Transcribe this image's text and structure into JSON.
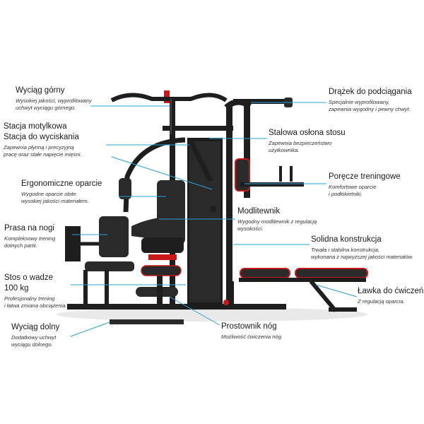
{
  "labels": {
    "wyciag_gorny": {
      "title": "Wyciąg górny",
      "desc1": "Wysokiej jakości, wyprofilowany",
      "desc2": "uchwyt wyciągu górnego."
    },
    "stacja": {
      "title1": "Stacja motylkowa",
      "title2": "Stacja do wyciskania",
      "desc1": "Zapewnia płynną i precyzyjną",
      "desc2": "pracę oraz stałe napięcie mięśni."
    },
    "oparcie": {
      "title": "Ergonomiczne oparcie",
      "desc1": "Wygodne oparcie obite",
      "desc2": "wysokiej jakości materiałem."
    },
    "prasa": {
      "title": "Prasa na nogi",
      "desc1": "Kompleksowy trening",
      "desc2": "dolnych partii."
    },
    "stos": {
      "title1": "Stos o wadze",
      "title2": "100 kg",
      "desc1": "Profesjonalny trening",
      "desc2": "i łatwa zmiana obciążenia."
    },
    "wyciag_dolny": {
      "title": "Wyciąg dolny",
      "desc1": "Dodatkowy uchwyt",
      "desc2": "wyciągu dolnego."
    },
    "drazek": {
      "title": "Drążek do podciągania",
      "desc1": "Specjalnie wyprofilowany,",
      "desc2": "zapewnia wygodny i pewny chwyt."
    },
    "oslona": {
      "title": "Stalowa osłona stosu",
      "desc1": "Zapewnia bezpieczeństwo",
      "desc2": "użytkownika."
    },
    "porecze": {
      "title": "Poręcze treningowe",
      "desc1": "Komfortowe oparcie",
      "desc2": "i podłokietniki."
    },
    "modlitewnik": {
      "title": "Modlitewnik",
      "desc1": "Wygodny modlitewnik z regulacją",
      "desc2": "wysokości."
    },
    "konstrukcja": {
      "title": "Solidna konstrukcja",
      "desc1": "Trwała i stabilna konstrukcja,",
      "desc2": "wykonana z najwyższej jakości materiałów."
    },
    "lawka": {
      "title": "Ławka do ćwiczeń",
      "desc1": "Z regulacją oparcia."
    },
    "prostownik": {
      "title": "Prostownik nóg",
      "desc1": "Możliwość ćwiczenia nóg."
    }
  },
  "colors": {
    "leader": "#2aa3d6",
    "frame": "#1e1e1e",
    "pad": "#2a2a2a",
    "accent": "#d21c1c"
  }
}
